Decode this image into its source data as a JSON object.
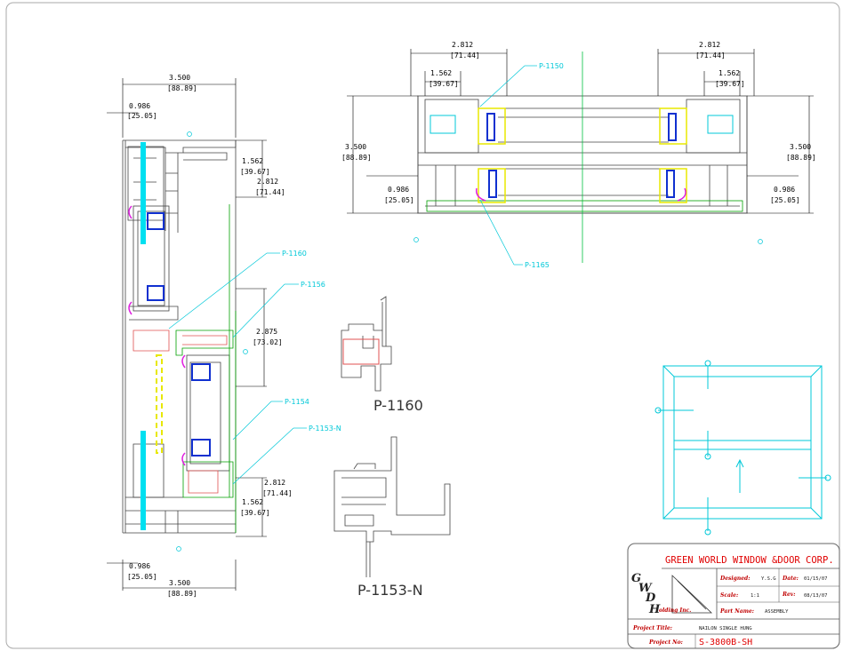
{
  "dims": {
    "d_3500": "3.500",
    "d_3500_mm": "[88.89]",
    "d_0986": "0.986",
    "d_0986_mm": "[25.05]",
    "d_1562": "1.562",
    "d_1562_mm": "[39.67]",
    "d_2812": "2.812",
    "d_2812_mm": "[71.44]",
    "d_2875": "2.875",
    "d_2875_mm": "[73.02]"
  },
  "callouts": {
    "p1150": "P-1150",
    "p1165": "P-1165",
    "p1160": "P-1160",
    "p1156": "P-1156",
    "p1154": "P-1154",
    "p1153n": "P-1153-N"
  },
  "profiles": {
    "p1160": "P-1160",
    "p1153n": "P-1153-N"
  },
  "title_block": {
    "company": "GREEN WORLD WINDOW &DOOR CORP.",
    "logo_letters": [
      "G",
      "W",
      "D",
      "H"
    ],
    "logo_sub": "olding Inc.",
    "designed_label": "Designed:",
    "designed_value": "Y.S.G",
    "date_label": "Date:",
    "date_value": "01/15/07",
    "scale_label": "Scale:",
    "scale_value": "1:1",
    "rev_label": "Rev:",
    "rev_value": "08/13/07",
    "part_label": "Part Name:",
    "part_value": "ASSEMBLY",
    "title_label": "Project Title:",
    "title_value": "NAILON  SINGLE HUNG",
    "no_label": "Project No:",
    "no_value": "S-3800B-SH"
  }
}
